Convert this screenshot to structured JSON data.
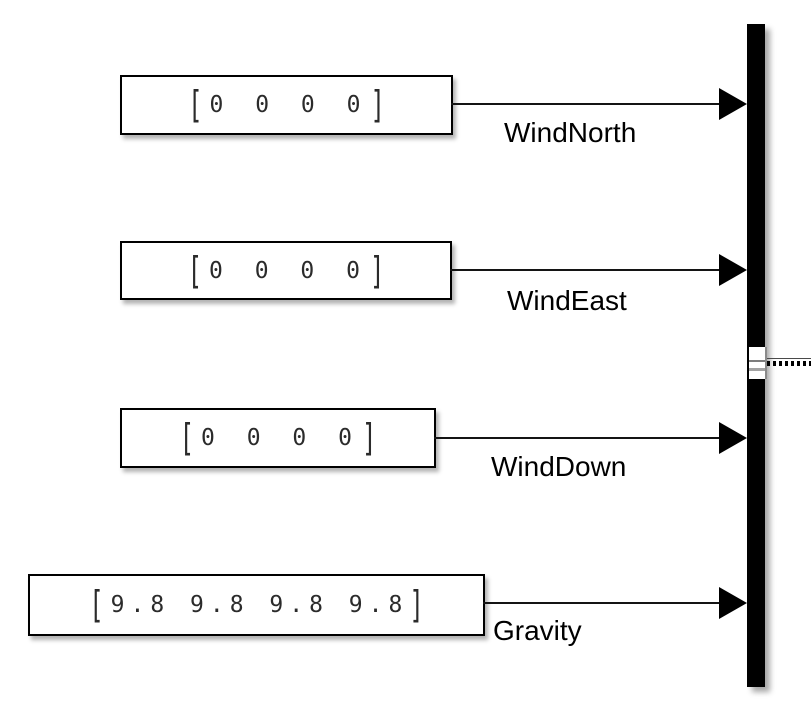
{
  "diagram": {
    "background": "#ffffff",
    "colors": {
      "block_fill": "#ffffff",
      "block_border": "#000000",
      "signal_line": "#141414",
      "mux_fill": "#000000",
      "value_text": "#2b2b2b",
      "label_text": "#000000"
    },
    "blocks": [
      {
        "bracket_open": "[",
        "values": "0 0 0 0",
        "bracket_close": "]",
        "label": "WindNorth"
      },
      {
        "bracket_open": "[",
        "values": "0 0 0 0",
        "bracket_close": "]",
        "label": "WindEast"
      },
      {
        "bracket_open": "[",
        "values": "0 0 0 0",
        "bracket_close": "]",
        "label": "WindDown"
      },
      {
        "bracket_open": "[",
        "values": "9.8 9.8 9.8 9.8",
        "bracket_close": "]",
        "label": "Gravity"
      }
    ],
    "connections": [
      {
        "from": "WindNorth",
        "to": "mux"
      },
      {
        "from": "WindEast",
        "to": "mux"
      },
      {
        "from": "WindDown",
        "to": "mux"
      },
      {
        "from": "Gravity",
        "to": "mux"
      }
    ]
  }
}
